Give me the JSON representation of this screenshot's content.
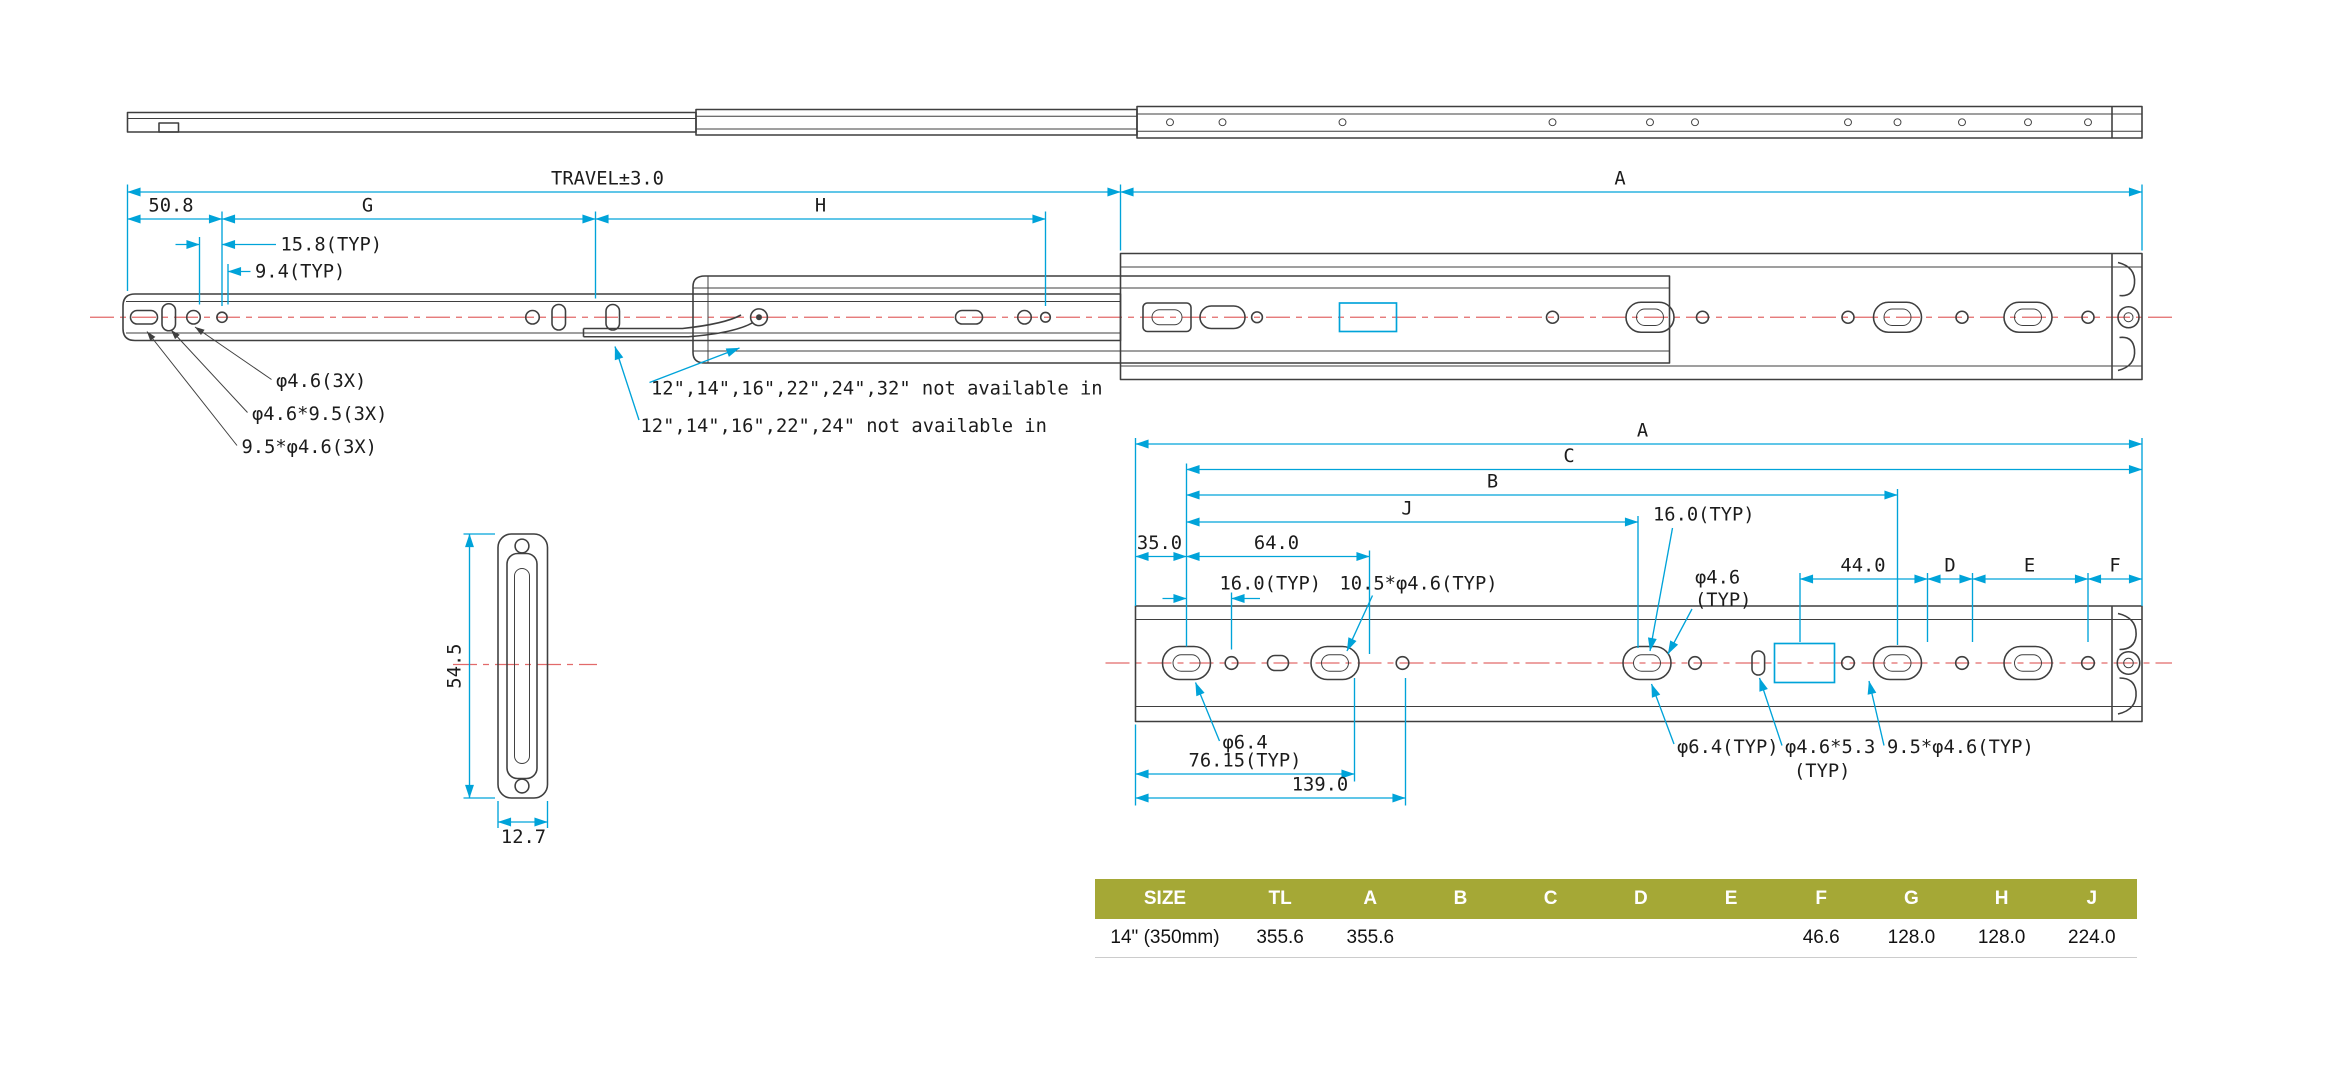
{
  "drawing": {
    "top_dims": {
      "travel": "TRAVEL±3.0",
      "a": "A",
      "d50_8": "50.8",
      "g": "G",
      "h": "H",
      "d15_8": "15.8(TYP)",
      "d9_4": "9.4(TYP)"
    },
    "callouts": {
      "phi46_3x": "φ4.6(3X)",
      "phi46x95_3x": "φ4.6*9.5(3X)",
      "n95xphi46_3x": "9.5*φ4.6(3X)",
      "note_row1": "12\",14\",16\",22\",24\",32\" not available in",
      "note_row2": "12\",14\",16\",22\",24\" not available in"
    },
    "detail_dims": {
      "a": "A",
      "c": "C",
      "b": "B",
      "j": "J",
      "d16_typ_right": "16.0(TYP)",
      "d35": "35.0",
      "d64": "64.0",
      "d16_typ_left": "16.0(TYP)",
      "d105xphi46": "10.5*φ4.6(TYP)",
      "phi46_l1": "φ4.6",
      "phi46_l2": "(TYP)",
      "d44": "44.0",
      "dd": "D",
      "de": "E",
      "df": "F",
      "phi64": "φ6.4",
      "d7615": "76.15(TYP)",
      "d139": "139.0",
      "phi64_typ": "φ6.4(TYP)",
      "phi46x53_l1": "φ4.6*5.3",
      "phi46x53_l2": "(TYP)",
      "n95xphi46_typ": "9.5*φ4.6(TYP)"
    },
    "section_dims": {
      "d54_5": "54.5",
      "d12_7": "12.7"
    }
  },
  "table": {
    "headers": [
      "SIZE",
      "TL",
      "A",
      "B",
      "C",
      "D",
      "E",
      "F",
      "G",
      "H",
      "J"
    ],
    "row": [
      "14\" (350mm)",
      "355.6",
      "355.6",
      "",
      "",
      "",
      "",
      "46.6",
      "128.0",
      "128.0",
      "224.0"
    ]
  },
  "colors": {
    "dimension_line": "#00a3d9",
    "centerline": "#e26a6a",
    "part_line": "#3f3f3f",
    "table_header_bg": "#a5a836",
    "table_header_text": "#ffffff"
  }
}
